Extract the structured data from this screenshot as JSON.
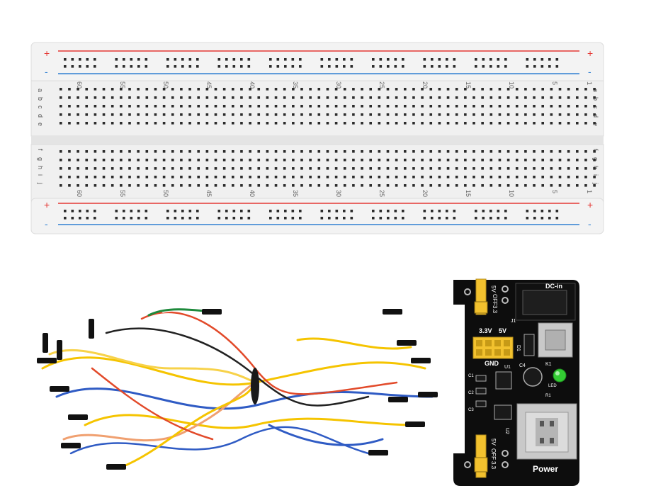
{
  "breadboard": {
    "rail_plus_symbol": "+",
    "rail_minus_symbol": "-",
    "row_letters_top": [
      "a",
      "b",
      "c",
      "d",
      "e"
    ],
    "row_letters_bottom": [
      "f",
      "g",
      "h",
      "i",
      "j"
    ],
    "column_numbers": [
      "60",
      "55",
      "50",
      "45",
      "40",
      "35",
      "30",
      "25",
      "20",
      "15",
      "10",
      "5",
      "1"
    ],
    "colors": {
      "body": "#f2f2f2",
      "hole": "#2b2b2b",
      "red_line": "#e53935",
      "blue_line": "#2f80d1"
    }
  },
  "power_module": {
    "header_top_label_5v": "5V",
    "header_top_label_off": "OFF",
    "header_top_label_33": "3.3",
    "dc_in_label": "DC-in",
    "v33_label": "3.3V",
    "v5_label": "5V",
    "gnd_label": "GND",
    "j1_label": "J1",
    "d1_label": "D1",
    "u1_label": "U1",
    "u2_label": "U2",
    "c1_label": "C1",
    "c2_label": "C2",
    "c3_label": "C3",
    "c4_label": "C4",
    "k1_label": "K1",
    "r1_label": "R1",
    "led_label": "LED",
    "bottom_5v": "5V",
    "bottom_off": "OFF",
    "bottom_33": "3.3",
    "power_label": "Power",
    "colors": {
      "pcb": "#0d0d0d",
      "header_yellow": "#f2c12e",
      "led_green": "#33cc33",
      "usb_silver": "#c9c9c9"
    }
  },
  "jumper_wires": {
    "colors": [
      "#f5c400",
      "#2f5bc4",
      "#e24a2a",
      "#ffffff",
      "#1e8a3c",
      "#f0a070",
      "#222222",
      "#f7d24a"
    ]
  }
}
